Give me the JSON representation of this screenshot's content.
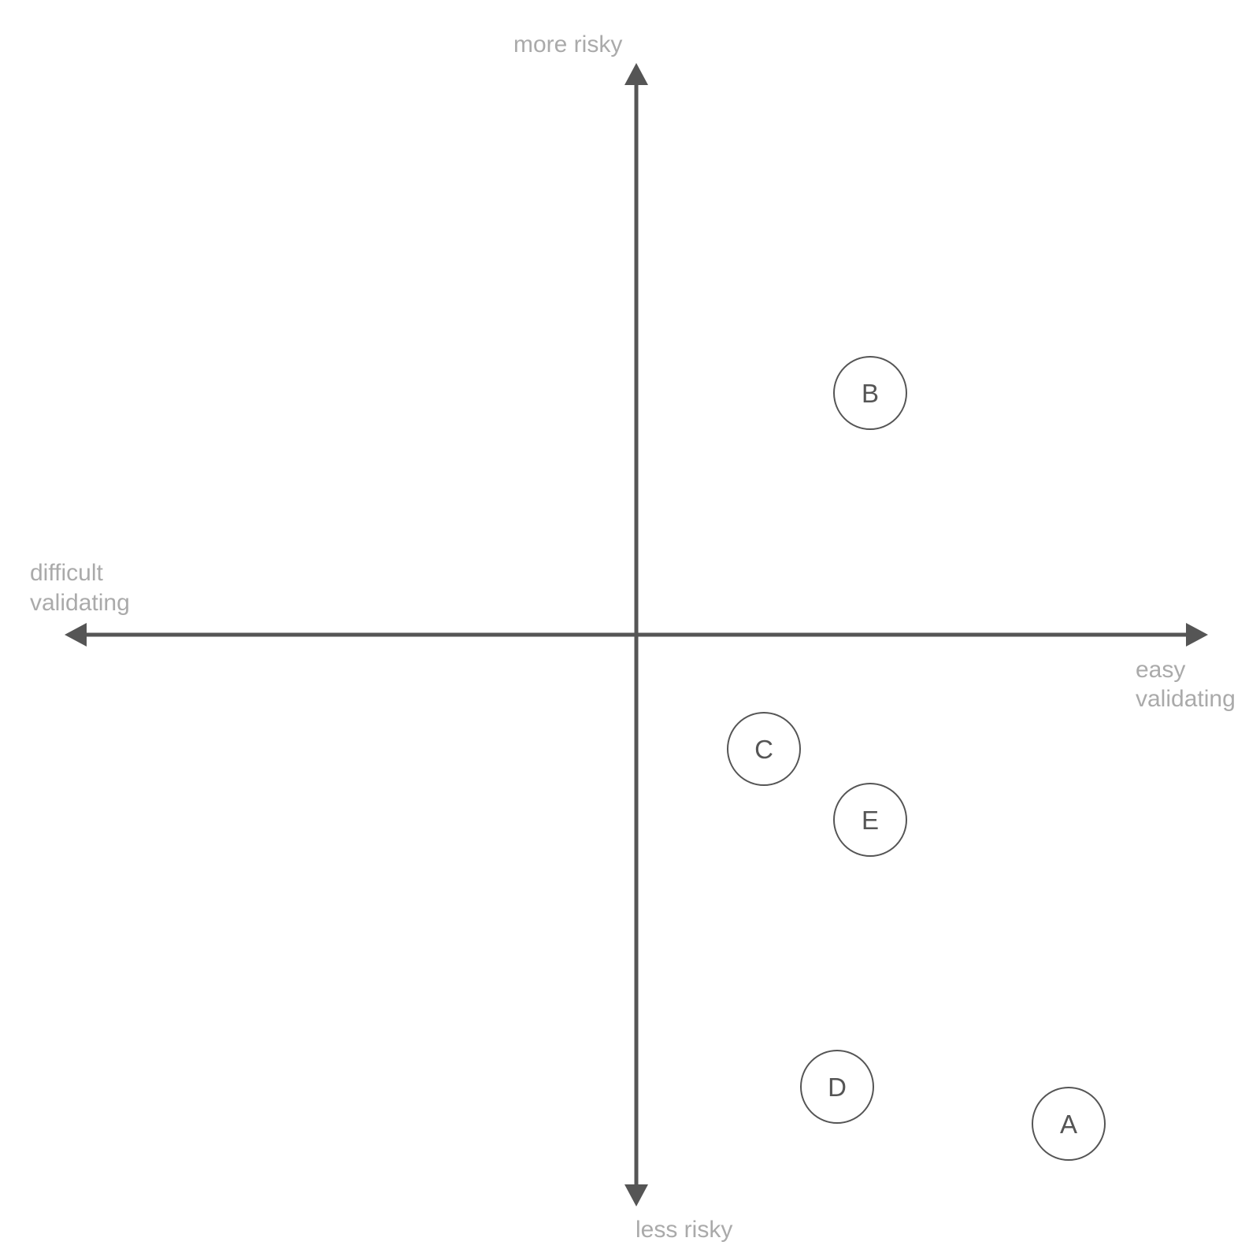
{
  "colors": {
    "axis": "#555555",
    "label": "#aaaaaa",
    "point_text": "#555555",
    "background": "#ffffff"
  },
  "axes": {
    "top_label": "more risky",
    "bottom_label": "less risky",
    "left_label": [
      "difficult",
      "validating"
    ],
    "right_label": [
      "easy",
      "validating"
    ]
  },
  "points": [
    {
      "label": "A"
    },
    {
      "label": "B"
    },
    {
      "label": "C"
    },
    {
      "label": "D"
    },
    {
      "label": "E"
    }
  ]
}
